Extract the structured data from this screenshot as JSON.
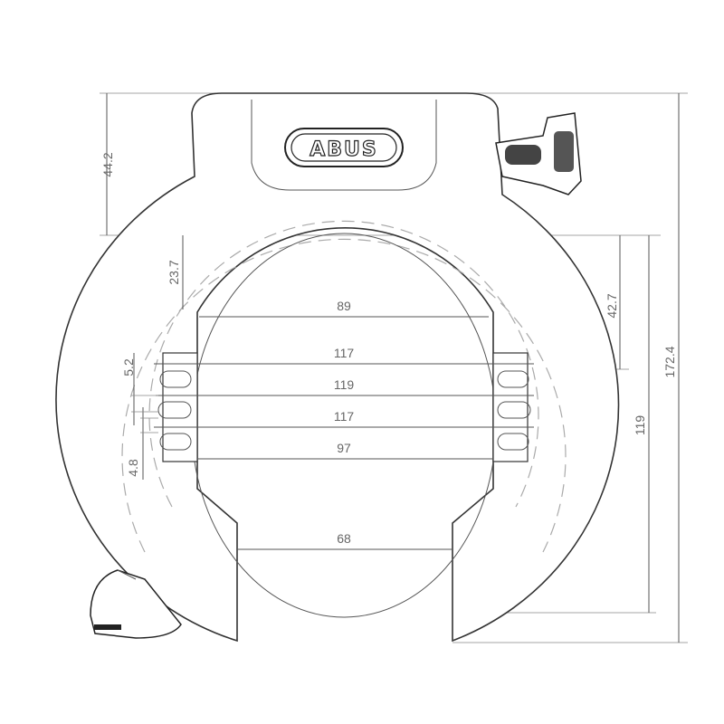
{
  "brand": "ABUS",
  "dimensions": {
    "housing_height": "44.2",
    "opening_top": "23.7",
    "inner_width_top": "89",
    "width_row1": "117",
    "width_row2": "119",
    "width_row3": "117",
    "inner_width_bottom": "97",
    "opening_gap": "68",
    "slot_pitch": "5.2",
    "slot_height": "4.8",
    "right_upper": "42.7",
    "inner_height": "119",
    "total_height": "172.4"
  }
}
